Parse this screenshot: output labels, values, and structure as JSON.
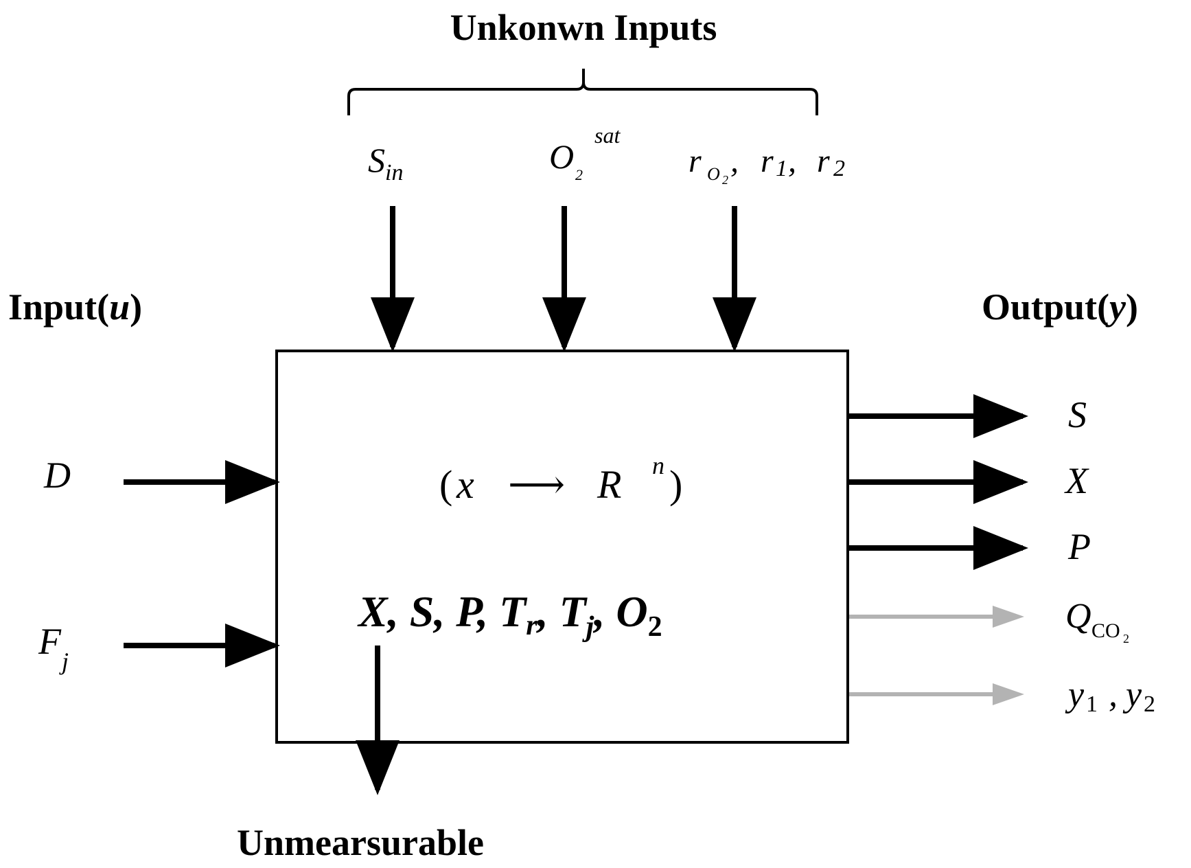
{
  "title": "Unkonwn Inputs",
  "input_heading": {
    "text": "Input(",
    "var": "u",
    "close": ")"
  },
  "output_heading": {
    "text": "Output(",
    "var": "y",
    "close": ")"
  },
  "bottom_label": "Unmearsurable",
  "unknown_inputs": {
    "s_in": {
      "base": "S",
      "sub": "in"
    },
    "o2_sat": {
      "base": "O",
      "sub": "2",
      "sup": "sat"
    },
    "rates": {
      "r": "r",
      "o": "O",
      "two": "2",
      "c1": ", ",
      "r1": "r",
      "one": "1",
      "c2": ", ",
      "r2": "r",
      "two_b": "2"
    }
  },
  "inputs": {
    "d": "D",
    "fj": {
      "base": "F",
      "sub": "j"
    }
  },
  "block": {
    "mapping": {
      "open": "(",
      "x": "x",
      "arrow": "⟶",
      "r": "R",
      "n": "n",
      "close": ")"
    },
    "states": {
      "p1": "X, S, P, T",
      "r": "r",
      "c1": ", T",
      "j": "j",
      "c2": ", O",
      "two": "2"
    }
  },
  "outputs": {
    "s": "S",
    "x": "X",
    "p": "P",
    "q": {
      "base": "Q",
      "sub": "CO",
      "subsub": "2"
    },
    "y": {
      "y1": "y",
      "one": "1",
      "sep": " , ",
      "y2": "y",
      "two": "2"
    }
  },
  "colors": {
    "stroke": "#000000",
    "measured_arrow": "#000000",
    "secondary_arrow": "#b3b3b3"
  }
}
